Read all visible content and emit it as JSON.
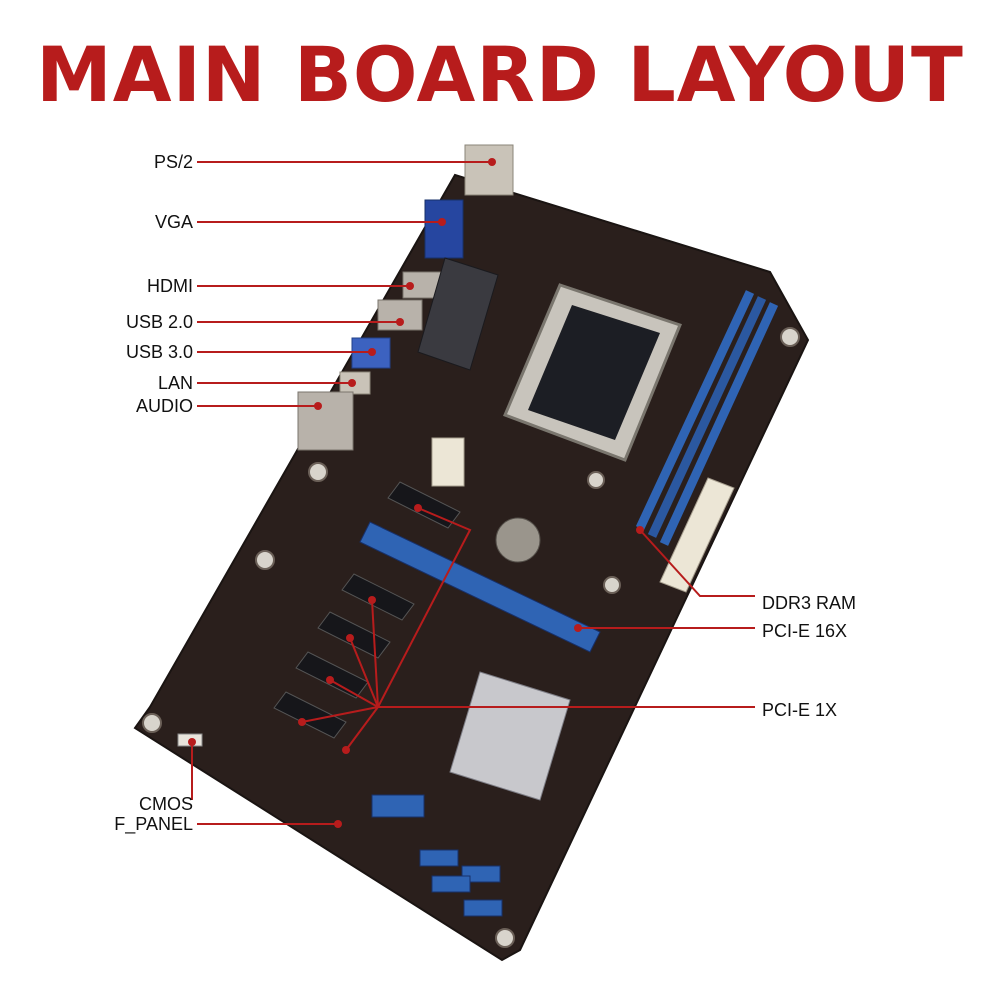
{
  "title": "MAIN BOARD LAYOUT",
  "colors": {
    "accent": "#b71c1c",
    "board": "#2a1f1c",
    "slot": "#2f64b4",
    "text": "#111111"
  },
  "labels": {
    "ps2": "PS/2",
    "vga": "VGA",
    "hdmi": "HDMI",
    "usb2": "USB 2.0",
    "usb3": "USB 3.0",
    "lan": "LAN",
    "audio": "AUDIO",
    "ddr3": "DDR3 RAM",
    "pcie16": "PCI-E  16X",
    "pcie1": "PCI-E  1X",
    "cmos": "CMOS",
    "fpanel": "F_PANEL"
  }
}
